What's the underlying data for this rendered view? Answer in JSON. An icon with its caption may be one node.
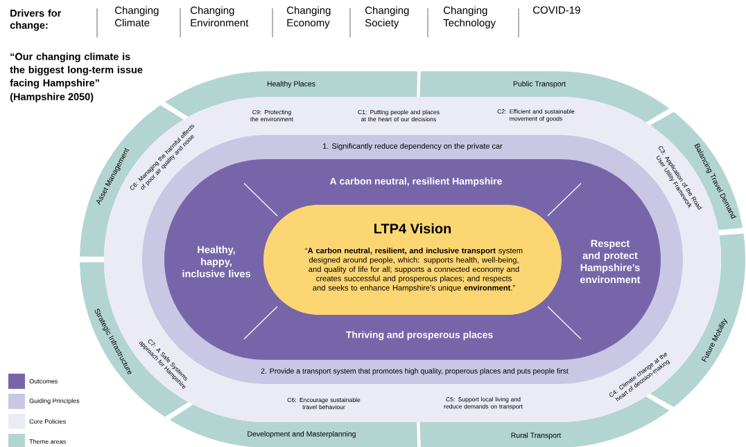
{
  "diagram": {
    "nodes": [
      {
        "text": [
          "C9: Protecting the environment",
          "C1: Putting people and places at the heart of our decisions",
          "C2: Efficient and sustainable movement of goods",
          "C8: Managing the harmful effects of poor air quality and noise",
          "C3: Application of the Road User Utility Framework",
          "C7: A Safe Systems approach for Hampshire",
          "C4: Climate change at the heart of decision-making",
          "C6: Encourage sustainable travel behaviour",
          "C5: Support local living and reduce demands on transport"
        ]
      },
      {
        "text": [
          "1. Significantly reduce dependency on the private car",
          "2. Provide a transport system that promotes high quality, properous places and puts people first"
        ],
        "in": 0
      },
      {
        "text": [
          "A carbon neutral, resilient Hampshire",
          "Healthy, happy, inclusive lives",
          "Respect and protect Hampshire’s environment",
          "Thriving and prosperous places"
        ],
        "in": 1
      },
      {
        "text": [
          "LTP4 Vision",
          "“**A carbon neutral, resilient, and inclusive transport** system designed around people, which: supports health, well-being, and quality of life for all; supports a connected economy and creates successful and prosperous places; and respects and seeks to enhance Hampshire’s unique **environment**.”"
        ],
        "in": 2
      },
      {
        "text": [
          "Healthy Places"
        ]
      },
      {
        "text": [
          "Public Transport"
        ]
      },
      {
        "text": [
          "Balancing Travel Demand"
        ]
      },
      {
        "text": [
          "Future Mobility"
        ]
      },
      {
        "text": [
          "Rural Transport"
        ]
      },
      {
        "text": [
          "Development and Masterplanning"
        ]
      },
      {
        "text": [
          "Strategic Infrastructure"
        ]
      },
      {
        "text": [
          "Asset Management"
        ]
      }
    ],
    "labels": [
      "Drivers for change:",
      "Changing Climate",
      "Changing Environment",
      "Changing Economy",
      "Changing Society",
      "Changing Technology",
      "COVID-19",
      "“Our changing climate is the biggest long-term issue facing Hampshire”",
      "(Hampshire 2050)"
    ],
    "legend": [
      {
        "text": "Outcomes",
        "color": "#7666a9"
      },
      {
        "text": "Guiding Principles",
        "color": "#c9c7e4"
      },
      {
        "text": "Core Policies",
        "color": "#ebebf5"
      },
      {
        "text": "Theme areas",
        "color": "#b3d5d1"
      }
    ]
  }
}
